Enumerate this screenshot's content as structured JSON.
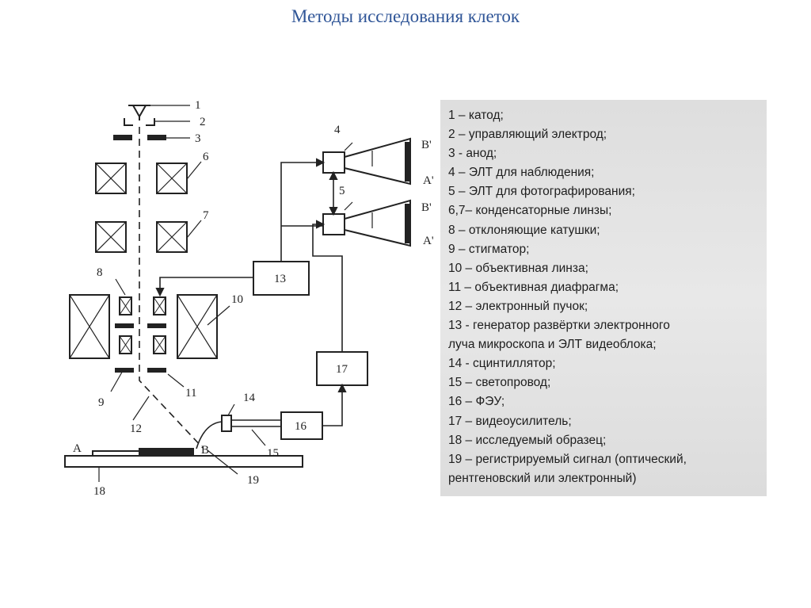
{
  "title": "Методы исследования клеток",
  "diagram": {
    "labels": [
      "1",
      "2",
      "3",
      "4",
      "5",
      "6",
      "7",
      "8",
      "9",
      "10",
      "11",
      "12",
      "13",
      "14",
      "15",
      "16",
      "17",
      "18",
      "19"
    ],
    "letters": {
      "A": "A",
      "B": "B",
      "A_prime": "A'",
      "B_prime": "B'"
    }
  },
  "legend": [
    "1 – катод;",
    "2 – управляющий электрод;",
    "3 - анод;",
    "4 – ЭЛТ для наблюдения;",
    "5 – ЭЛТ для фотографирования;",
    "6,7– конденсаторные линзы;",
    "8 – отклоняющие катушки;",
    "9 – стигматор;",
    "10 – объективная линза;",
    "11 – объективная диафрагма;",
    "12 – электронный пучок;",
    "13 - генератор развёртки электронного",
    "луча микроскопа и ЭЛТ видеоблока;",
    "14 - сцинтиллятор;",
    "15 – светопровод;",
    "16 – ФЭУ;",
    "17 – видеоусилитель;",
    "18 – исследуемый образец;",
    "19 – регистрируемый сигнал (оптический,",
    "рентгеновский или электронный)"
  ]
}
